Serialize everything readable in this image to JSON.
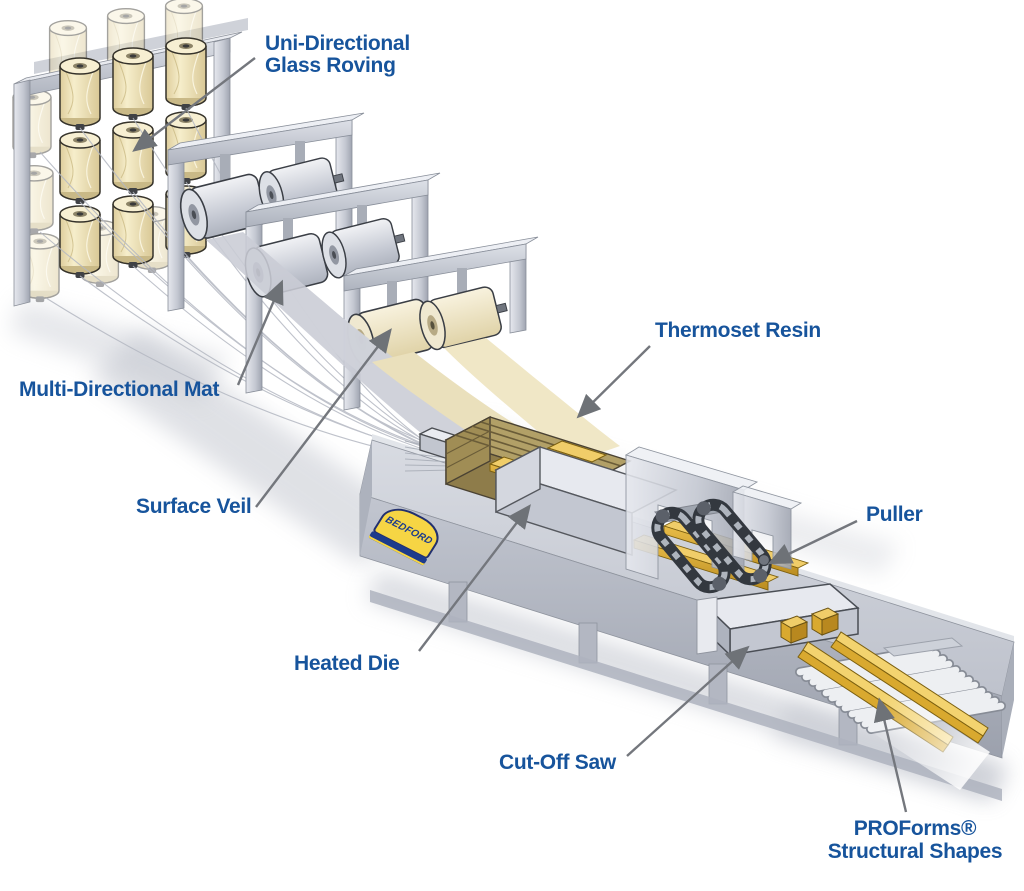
{
  "labels": {
    "uni_directional": {
      "line1": "Uni-Directional",
      "line2": "Glass Roving"
    },
    "multi_directional_mat": "Multi-Directional Mat",
    "surface_veil": "Surface Veil",
    "thermoset_resin": "Thermoset Resin",
    "puller": "Puller",
    "heated_die": "Heated Die",
    "cut_off_saw": "Cut-Off Saw",
    "proforms": {
      "line1": "PROForms®",
      "line2": "Structural Shapes"
    }
  },
  "logo": {
    "brand": "BEDFORD"
  },
  "colors": {
    "label_text": "#17549C",
    "arrow": "#74777D",
    "machine_gray": "#C9CDD6",
    "spool_cream": "#F2E9C5",
    "web_cream": "#EDE4C1",
    "profile_gold": "#E2B33C",
    "resin_brown": "#8E7C4A",
    "logo_yellow": "#F6D544",
    "logo_navy": "#1C3B8C"
  }
}
